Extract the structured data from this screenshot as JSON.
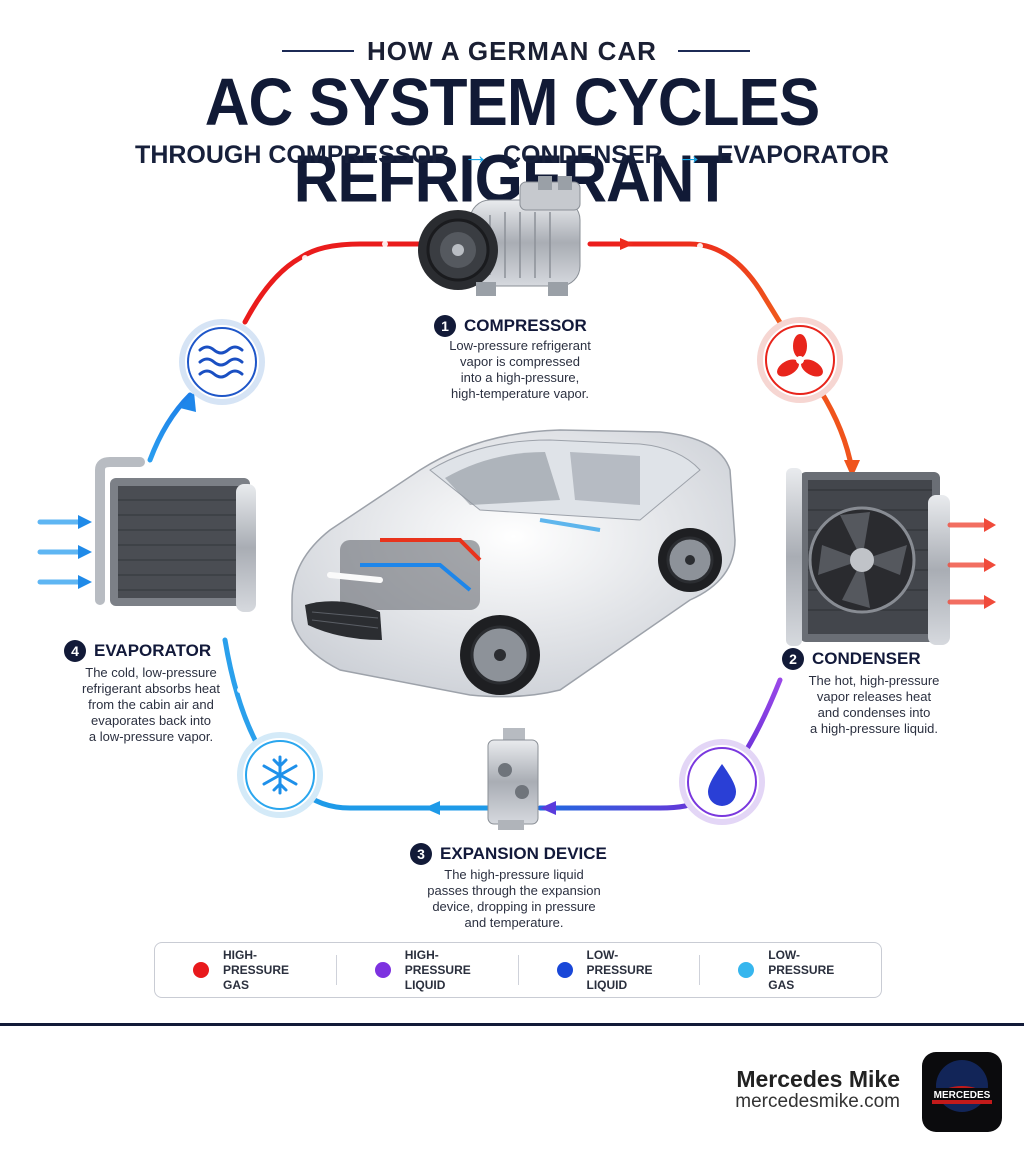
{
  "header": {
    "kicker": "HOW A GERMAN CAR",
    "title": "AC SYSTEM CYCLES REFRIGERANT",
    "subtitle": {
      "part1": "THROUGH COMPRESSOR",
      "part2": "CONDENSER",
      "part3": "EVAPORATOR",
      "arrow": "→"
    }
  },
  "steps": [
    {
      "number": "1",
      "title": "COMPRESSOR",
      "lines": [
        "Low-pressure refrigerant",
        "vapor is compressed",
        "into a high-pressure,",
        "high-temperature vapor."
      ]
    },
    {
      "number": "2",
      "title": "CONDENSER",
      "lines": [
        "The hot, high-pressure",
        "vapor releases heat",
        "and condenses into",
        "a high-pressure liquid."
      ]
    },
    {
      "number": "3",
      "title": "EXPANSION DEVICE",
      "lines": [
        "The high-pressure liquid",
        "passes through the expansion",
        "device, dropping in pressure",
        "and temperature."
      ]
    },
    {
      "number": "4",
      "title": "EVAPORATOR",
      "lines": [
        "The cold, low-pressure",
        "refrigerant absorbs heat",
        "from the cabin air and",
        "evaporates back into",
        "a low-pressure vapor."
      ]
    }
  ],
  "legend": [
    {
      "label_line1": "HIGH-PRESSURE",
      "label_line2": "GAS",
      "color": "#e8191c"
    },
    {
      "label_line1": "HIGH-PRESSURE",
      "label_line2": "LIQUID",
      "color": "#7d32e0"
    },
    {
      "label_line1": "LOW-PRESSURE",
      "label_line2": "LIQUID",
      "color": "#1947d8"
    },
    {
      "label_line1": "LOW-PRESSURE",
      "label_line2": "GAS",
      "color": "#36b6ee"
    }
  ],
  "icons": {
    "compressor": "compressor-icon",
    "condenser": "condenser-icon",
    "expansion": "expansion-valve-icon",
    "evaporator": "evaporator-icon",
    "fan": "fan-icon",
    "droplet": "water-drop-icon",
    "snowflake": "snowflake-icon",
    "airflow": "airflow-icon",
    "car": "car-icon"
  },
  "colors": {
    "navy": "#121a38",
    "hot": "#e8191c",
    "warm": "#f0541c",
    "liquid": "#7d32e0",
    "cold": "#1e90ea",
    "cool": "#36b6ee"
  },
  "brand": {
    "name": "Mercedes Mike",
    "url": "mercedesmike.com",
    "logo_text": "MERCEDES"
  }
}
